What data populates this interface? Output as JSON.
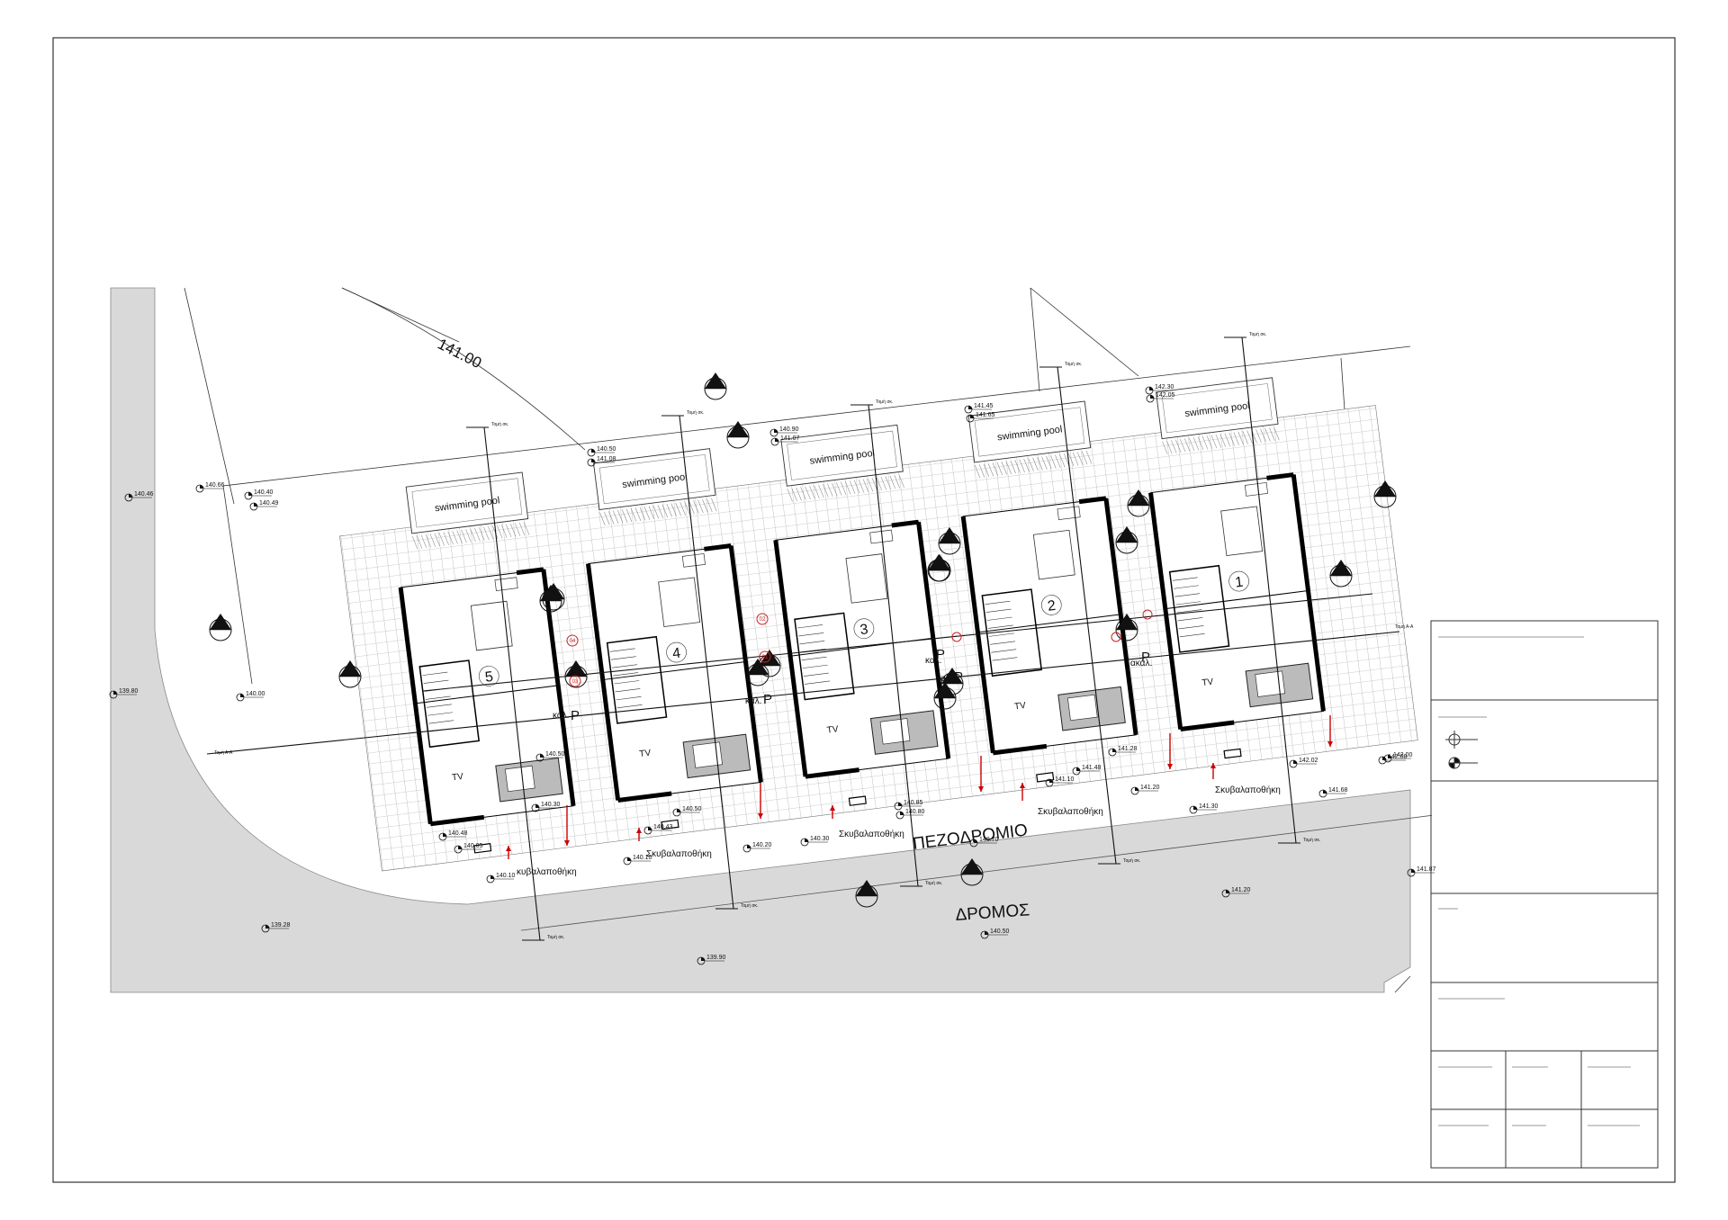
{
  "colors": {
    "road": "#d9d9d9",
    "line": "#111111",
    "wall": "#000000",
    "tile": "#9a9a9a",
    "arrow": "#cc0000",
    "marker": "#cc2222"
  },
  "site": {
    "contour": "141.00",
    "walkway": "ΠΕΖΟΔΡΟΜΙΟ",
    "road": "ΔΡΟΜΟΣ",
    "pool": "swimming pool",
    "tv": "TV",
    "bin_store": "Σκυβαλαποθήκη",
    "bin_store_alt": "κυβαλαποθήκη",
    "parking": "P",
    "parking_label": "καλ.",
    "parking_label_alt": "ακαλ.",
    "section_aa": "Τομή Α-Α"
  },
  "units": [
    {
      "number": "5"
    },
    {
      "number": "4"
    },
    {
      "number": "3"
    },
    {
      "number": "2"
    },
    {
      "number": "1"
    }
  ],
  "levels": [
    "140.46",
    "140.66",
    "140.40",
    "140.49",
    "139.80",
    "140.00",
    "140.50",
    "140.48",
    "140.05",
    "140.10",
    "140.10",
    "140.43",
    "140.50",
    "140.30",
    "140.20",
    "140.30",
    "140.85",
    "140.80",
    "140.70",
    "141.20",
    "141.10",
    "141.48",
    "141.28",
    "141.30",
    "141.68",
    "142.00",
    "142.02",
    "142.08",
    "141.20",
    "140.50",
    "139.90",
    "139.28",
    "141.87",
    "141.45",
    "141.65",
    "142.30",
    "142.05",
    "140.90",
    "141.07",
    "140.50",
    "141.08"
  ],
  "section_cut_label": "Τομή σκ.",
  "markers": [
    "04",
    "03",
    "02",
    "01"
  ]
}
